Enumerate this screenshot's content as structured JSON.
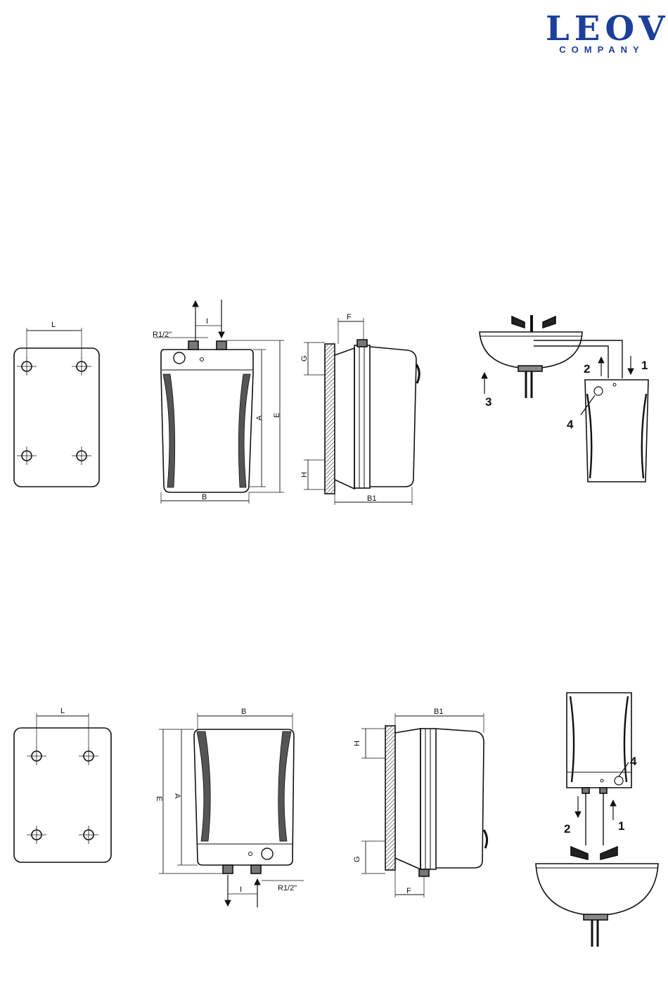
{
  "logo": {
    "main": "LEOV",
    "sub": "COMPANY",
    "color": "#1c3f9a"
  },
  "top_view": {
    "wall_plate": {
      "dim_L": "L"
    },
    "front": {
      "dim_R": "R1/2\"",
      "dim_I": "I",
      "dim_A": "A",
      "dim_E": "E",
      "dim_B": "B"
    },
    "side": {
      "dim_F": "F",
      "dim_G": "G",
      "dim_H": "H",
      "dim_B1": "B1"
    },
    "install": {
      "callout_1": "1",
      "callout_2": "2",
      "callout_3": "3",
      "callout_4": "4"
    }
  },
  "bottom_view": {
    "wall_plate": {
      "dim_L": "L"
    },
    "front": {
      "dim_B": "B",
      "dim_E": "E",
      "dim_A": "A",
      "dim_I": "I",
      "dim_R": "R1/2\""
    },
    "side": {
      "dim_B1": "B1",
      "dim_H": "H",
      "dim_G": "G",
      "dim_F": "F"
    },
    "install": {
      "callout_1": "1",
      "callout_2": "2",
      "callout_4": "4"
    }
  }
}
